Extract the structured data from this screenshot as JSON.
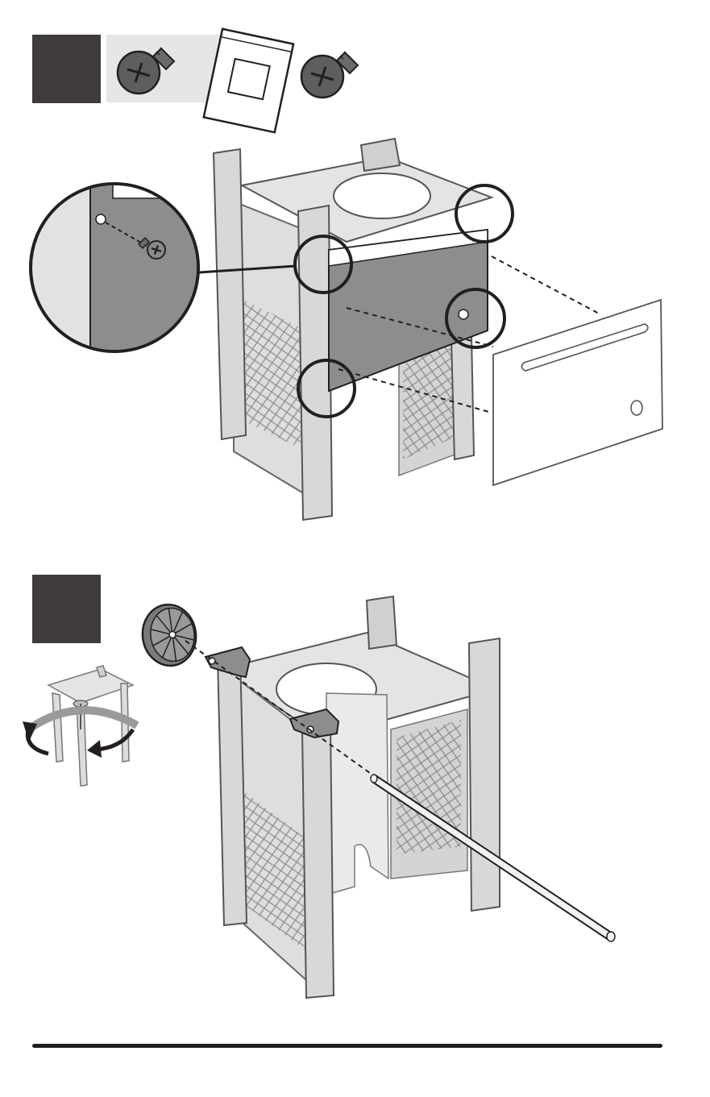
{
  "page": {
    "background": "#ffffff",
    "ink": "#231f20",
    "badge_color": "#3e3b3a",
    "panel_fill": "#8d8d8d",
    "frame_fill": "#dcdcdc"
  },
  "steps": [
    {
      "badge_label": "",
      "hardware": [
        "screw-icon",
        "hardware-bag-icon",
        "screw-icon"
      ],
      "illustration": "side-panel-attachment",
      "callouts": 4
    },
    {
      "badge_label": "",
      "hardware": [
        "wheel-icon",
        "axle-rod-icon",
        "axle-bracket-icon"
      ],
      "illustration": "wheel-axle-installation",
      "rotate_hint": "rotate-arrow-icon"
    }
  ]
}
